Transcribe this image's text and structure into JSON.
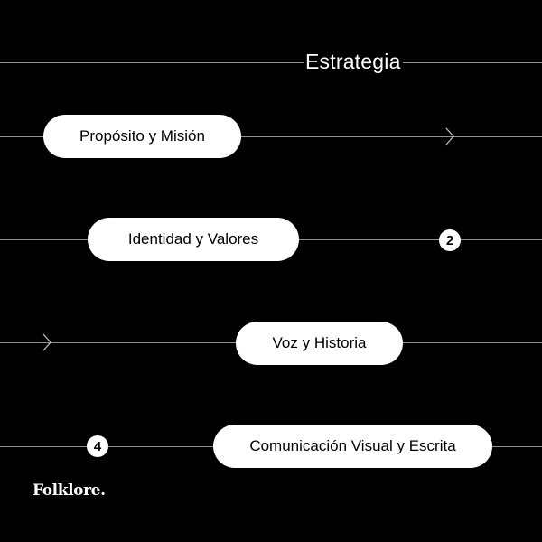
{
  "title": "Estrategia",
  "steps": [
    {
      "label": "Propósito y Misión",
      "marker": "chevron-right-icon"
    },
    {
      "label": "Identidad y Valores",
      "badge": "2"
    },
    {
      "label": "Voz y Historia",
      "marker": "chevron-right-icon"
    },
    {
      "label": "Comunicación Visual y Escrita",
      "badge": "4"
    }
  ],
  "logo": "Folklore.",
  "colors": {
    "background": "#000000",
    "pill": "#ffffff",
    "line": "#8f8f8f",
    "text_light": "#ffffff",
    "text_dark": "#000000"
  }
}
